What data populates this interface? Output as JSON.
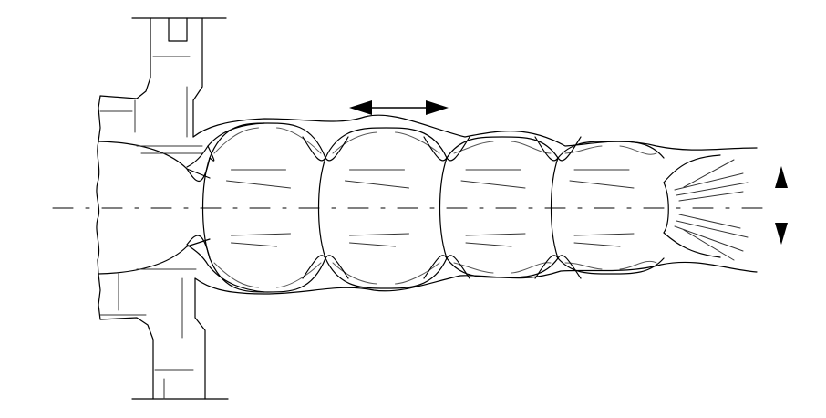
{
  "diagram": {
    "colors": {
      "background": "#ffffff",
      "line": "#000000",
      "detail": "#333333",
      "hatch": "#555555",
      "arrow": "#000000"
    },
    "components": {
      "nozzle_block": "nozzle-housing",
      "jet_plume": "supersonic-jet-plume",
      "shock_cells": 5,
      "centerline": "axis-centerline",
      "axial_arrow": "double-headed-horizontal-arrow",
      "radial_arrows": "vertical-arrow-pair"
    }
  }
}
